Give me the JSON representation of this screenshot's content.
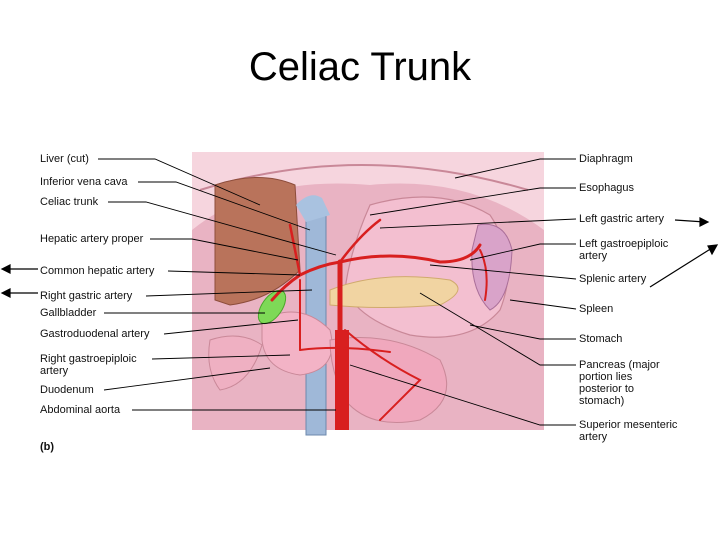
{
  "title": "Celiac Trunk",
  "figure": {
    "panel_label": "(b)",
    "left_labels": [
      "Liver (cut)",
      "Inferior vena cava",
      "Celiac trunk",
      "Hepatic artery proper",
      "Common hepatic artery",
      "Right gastric artery",
      "Gallbladder",
      "Gastroduodenal artery",
      "Right gastroepiploic artery",
      "Duodenum",
      "Abdominal aorta"
    ],
    "right_labels": [
      "Diaphragm",
      "Esophagus",
      "Left gastric artery",
      "Left gastroepiploic artery",
      "Splenic artery",
      "Spleen",
      "Stomach",
      "Pancreas (major portion lies posterior to stomach)",
      "Superior mesenteric artery"
    ]
  },
  "colors": {
    "background": "#ffffff",
    "tissue": "#f2c4cf",
    "liver": "#b9735b",
    "artery": "#d81f1f",
    "vein": "#9fb8d8",
    "pancreas": "#f1d4a2",
    "gallbladder": "#7ed957"
  }
}
